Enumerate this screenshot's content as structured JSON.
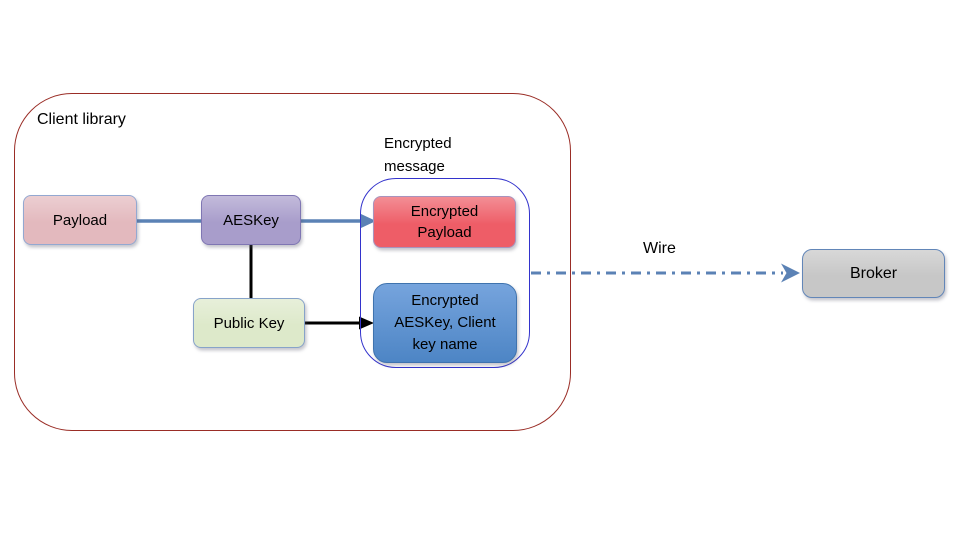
{
  "diagram": {
    "client_library": {
      "label": "Client library"
    },
    "encrypted_message": {
      "label": "Encrypted message"
    },
    "wire": {
      "label": "Wire"
    },
    "nodes": {
      "payload": {
        "label": "Payload"
      },
      "aeskey": {
        "label": "AESKey"
      },
      "public_key": {
        "label": "Public Key"
      },
      "encrypted_payload": {
        "label": "Encrypted Payload"
      },
      "encrypted_aeskey": {
        "label": "Encrypted AESKey, Client key name"
      },
      "broker": {
        "label": "Broker"
      }
    },
    "connectors": [
      {
        "name": "payload-to-aeskey",
        "style": "solid-blue"
      },
      {
        "name": "aeskey-to-encrypted-payload",
        "style": "solid-blue-arrow"
      },
      {
        "name": "aeskey-to-public-key",
        "style": "solid-black"
      },
      {
        "name": "public-key-to-encrypted-aeskey",
        "style": "solid-black-arrow"
      },
      {
        "name": "wire-to-broker",
        "style": "dash-dot-blue-stealth-arrow"
      }
    ]
  },
  "colors": {
    "text": "#000000",
    "client_library_border": "#9a2d26",
    "encrypted_message_border": "#3333cc",
    "payload_fill": "#e3b9be",
    "payload_border": "#93a8d1",
    "aeskey_fill": "#a89dcb",
    "aeskey_border": "#7f76b3",
    "public_key_fill": "#dde9ca",
    "public_key_border": "#87a3c9",
    "encrypted_payload_fill": "#ee5d67",
    "encrypted_payload_border": "#a893bd",
    "encrypted_aeskey_fill_top": "#76a4dd",
    "encrypted_aeskey_fill_bottom": "#4d85c5",
    "encrypted_aeskey_border": "#3f73ae",
    "broker_fill": "#c7c7c7",
    "broker_border": "#6286b8",
    "connector_blue": "#5b82b5",
    "connector_black": "#000000"
  }
}
